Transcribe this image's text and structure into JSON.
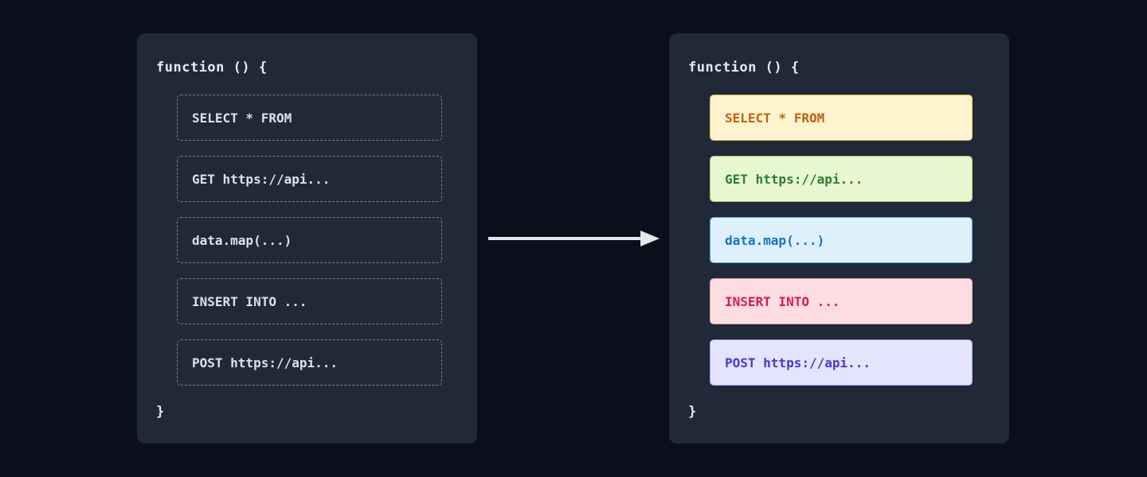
{
  "left_panel": {
    "header": "function () {",
    "closing_brace": "}",
    "items": [
      {
        "label": "SELECT * FROM"
      },
      {
        "label": "GET https://api..."
      },
      {
        "label": "data.map(...)"
      },
      {
        "label": "INSERT INTO ..."
      },
      {
        "label": "POST https://api..."
      }
    ]
  },
  "right_panel": {
    "header": "function () {",
    "closing_brace": "}",
    "items": [
      {
        "label": "SELECT * FROM",
        "bg": "#fdf3cf",
        "border": "#e3bd4a",
        "text": "#c2610e"
      },
      {
        "label": "GET https://api...",
        "bg": "#e8f7d0",
        "border": "#9ccf66",
        "text": "#2e7d32"
      },
      {
        "label": "data.map(...)",
        "bg": "#def0fc",
        "border": "#5aa7dd",
        "text": "#1272c4"
      },
      {
        "label": "INSERT INTO ...",
        "bg": "#fcdde1",
        "border": "#f0a0ae",
        "text": "#d81b4f"
      },
      {
        "label": "POST https://api...",
        "bg": "#e4e4fc",
        "border": "#a3a3ef",
        "text": "#4c35d4"
      }
    ]
  },
  "colors": {
    "page_bg": "#0b0f1c",
    "panel_bg": "#1f2937",
    "arrow": "#e5e7eb",
    "dashed_border": "#768093"
  }
}
